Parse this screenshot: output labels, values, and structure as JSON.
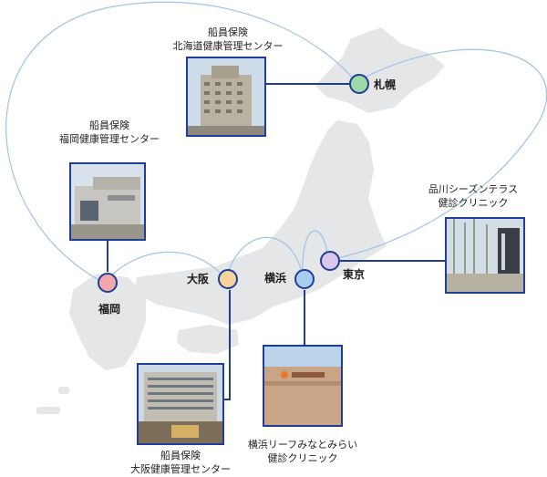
{
  "colors": {
    "connector": "#1f3f96",
    "arc": "#9cc4e8",
    "land": "#e4e6e8",
    "node_sapporo": "#9fd9a8",
    "node_tokyo": "#d8c6ec",
    "node_yokohama": "#a9cdf0",
    "node_osaka": "#f6d39a",
    "node_fukuoka": "#f4a6ad"
  },
  "cities": {
    "sapporo": "札幌",
    "tokyo": "東京",
    "yokohama": "横浜",
    "osaka": "大阪",
    "fukuoka": "福岡"
  },
  "facilities": {
    "hokkaido": {
      "line1": "船員保険",
      "line2": "北海道健康管理センター"
    },
    "fukuoka": {
      "line1": "船員保険",
      "line2": "福岡健康管理センター"
    },
    "osaka": {
      "line1": "船員保険",
      "line2": "大阪健康管理センター"
    },
    "shinagawa": {
      "line1": "品川シーズンテラス",
      "line2": "健診クリニック"
    },
    "yokohama": {
      "line1": "横浜リーフみなとみらい",
      "line2": "健診クリニック"
    }
  },
  "icons": [
    "building-photo",
    "map-node"
  ]
}
